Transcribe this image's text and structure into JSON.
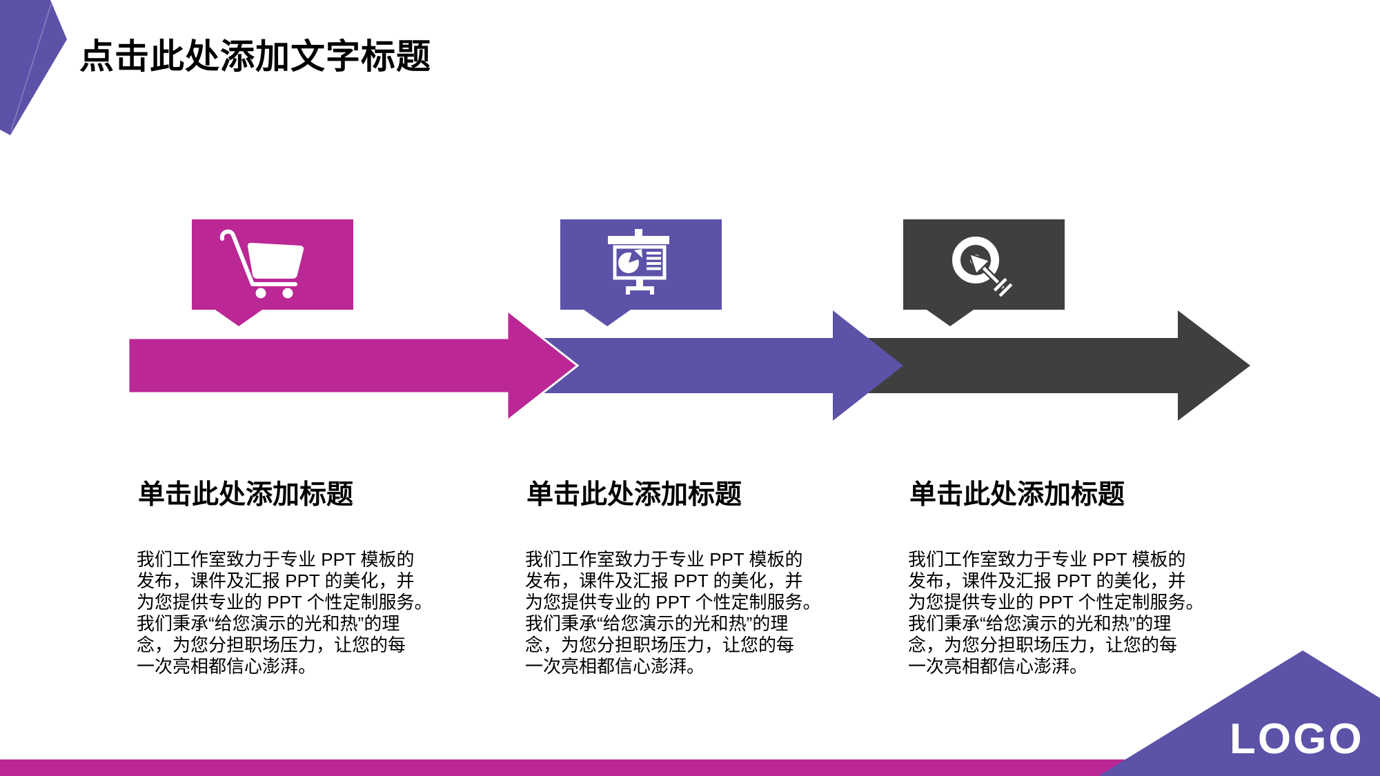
{
  "slide": {
    "title": "点击此处添加文字标题",
    "logo_text": "LOGO",
    "colors": {
      "magenta": "#bb2795",
      "purple": "#5c52a8",
      "dark": "#3f3f3f",
      "white": "#ffffff",
      "text": "#000000"
    },
    "steps": [
      {
        "heading": "单击此处添加标题",
        "icon": "shopping-cart-icon",
        "color": "#bb2795",
        "body": "我们工作室致力于专业 PPT 模板的\n发布，课件及汇报 PPT 的美化，并\n为您提供专业的 PPT 个性定制服务。\n我们秉承“给您演示的光和热”的理\n念，为您分担职场压力，让您的每\n一次亮相都信心澎湃。"
      },
      {
        "heading": "单击此处添加标题",
        "icon": "presentation-chart-icon",
        "color": "#5c52a8",
        "body": "我们工作室致力于专业 PPT 模板的\n发布，课件及汇报 PPT 的美化，并\n为您提供专业的 PPT 个性定制服务。\n我们秉承“给您演示的光和热”的理\n念，为您分担职场压力，让您的每\n一次亮相都信心澎湃。"
      },
      {
        "heading": "单击此处添加标题",
        "icon": "target-arrow-icon",
        "color": "#3f3f3f",
        "body": "我们工作室致力于专业 PPT 模板的\n发布，课件及汇报 PPT 的美化，并\n为您提供专业的 PPT 个性定制服务。\n我们秉承“给您演示的光和热”的理\n念，为您分担职场压力，让您的每\n一次亮相都信心澎湃。"
      }
    ]
  }
}
